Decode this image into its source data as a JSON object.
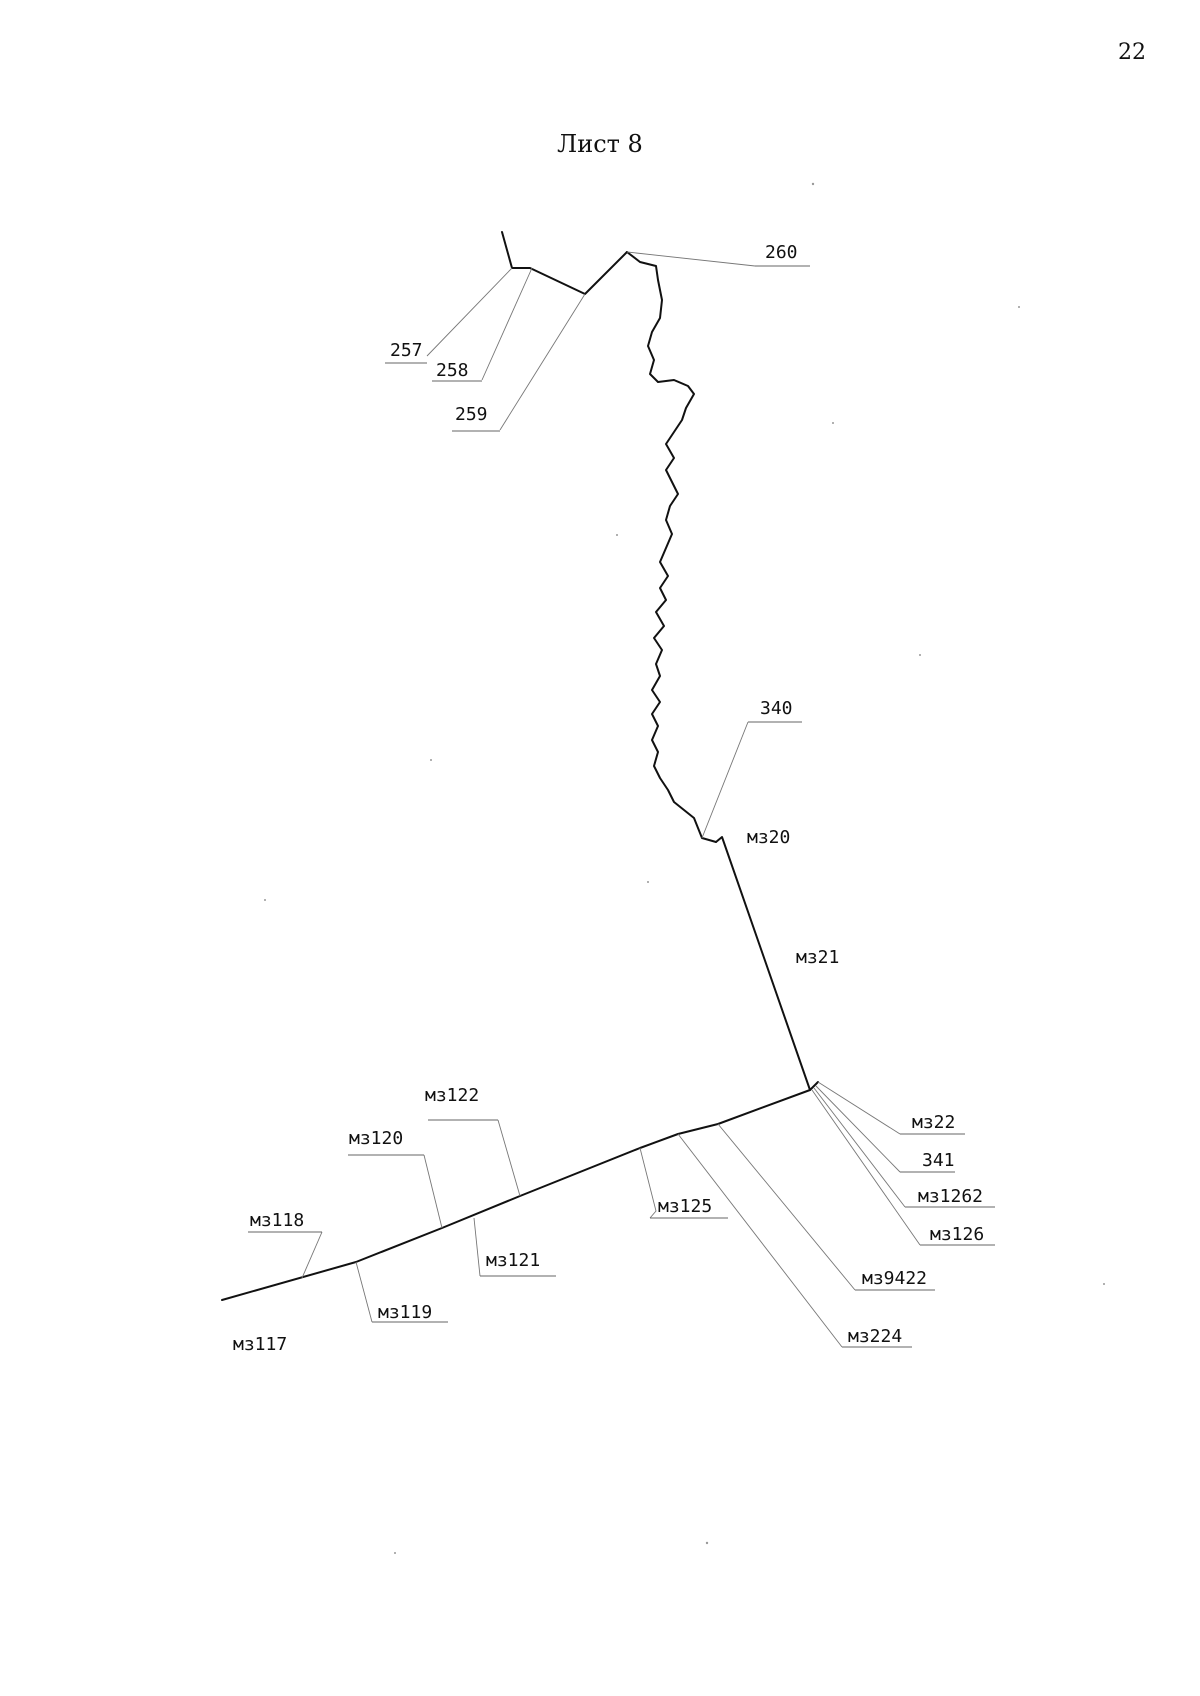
{
  "page": {
    "number": "22",
    "title": "Лист 8"
  },
  "labels": {
    "p257": "257",
    "p258": "258",
    "p259": "259",
    "p260": "260",
    "p340": "340",
    "mz20": "мз20",
    "mz21": "мз21",
    "mz22": "мз22",
    "p341": "341",
    "mz1262": "мз1262",
    "mz126": "мз126",
    "mz9422": "мз9422",
    "mz224": "мз224",
    "mz125": "мз125",
    "mz122": "мз122",
    "mz121": "мз121",
    "mz120": "мз120",
    "mz119": "мз119",
    "mz118": "мз118",
    "mz117": "мз117"
  }
}
